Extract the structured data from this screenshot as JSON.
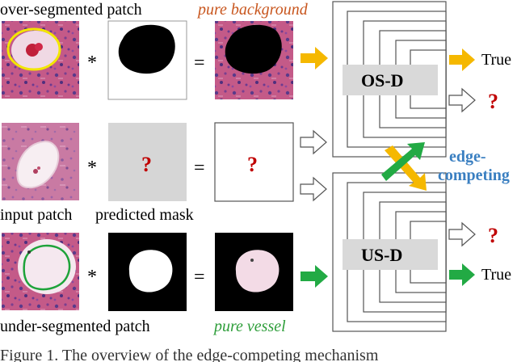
{
  "labels": {
    "over_segmented_patch": "over-segmented patch",
    "pure_background": "pure background",
    "input_patch": "input patch",
    "predicted_mask": "predicted mask",
    "under_segmented_patch": "under-segmented patch",
    "pure_vessel": "pure vessel",
    "os_d": "OS-D",
    "us_d": "US-D",
    "true_top": "True",
    "true_bottom": "True",
    "edge_competing_1": "edge-",
    "edge_competing_2": "competing",
    "multiply": "*",
    "equals": "=",
    "question": "?",
    "caption": "Figure 1. The overview of the edge-competing mechanism"
  },
  "colors": {
    "orange": "#f5b800",
    "green": "#22aa44",
    "red_q": "#c00000",
    "blue_text": "#3a7fc1",
    "italic_orange": "#c8561e",
    "italic_green": "#2e9e3a",
    "tissue": "#b4527e",
    "mask_gray": "#d6d6d6",
    "disc_gray": "#d9d9d9",
    "yellow_contour": "#f2e600",
    "green_contour": "#1ea33a"
  }
}
